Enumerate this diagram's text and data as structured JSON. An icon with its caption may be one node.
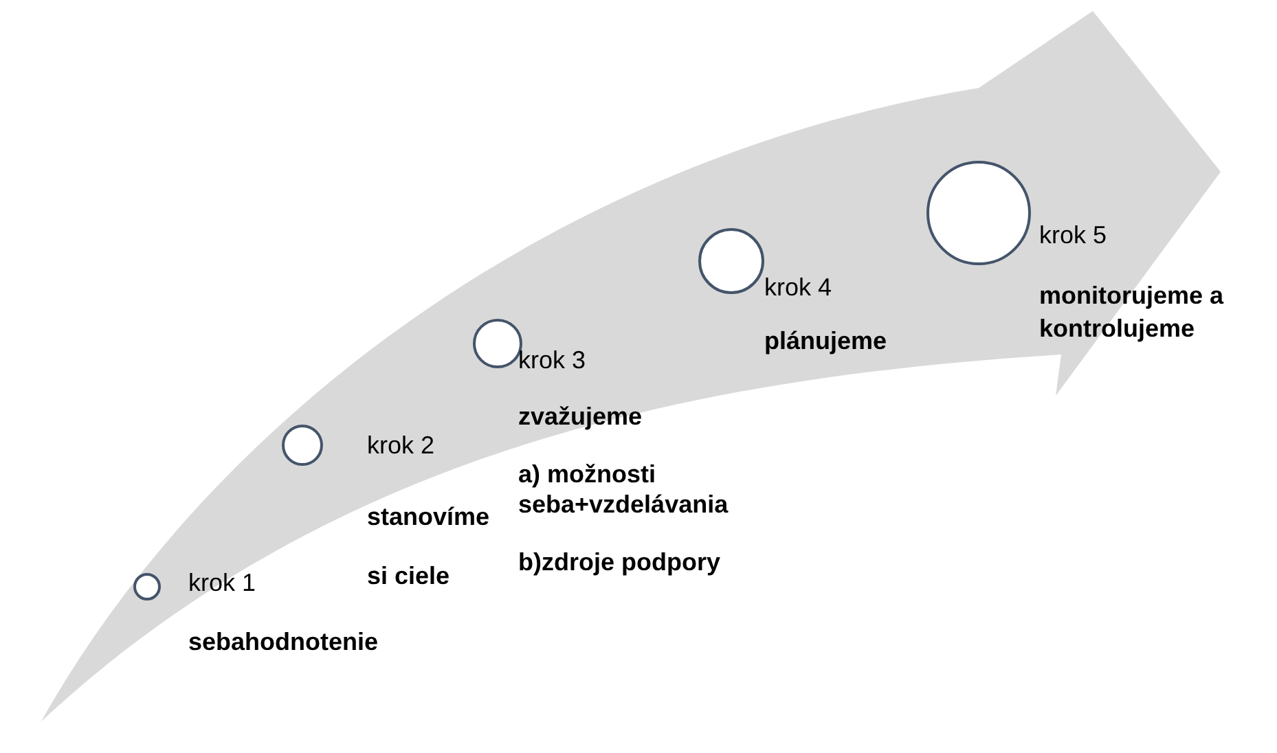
{
  "diagram": {
    "nodes": [
      {
        "text": [],
        "shape": "circle",
        "beside": [
          "krok 1",
          "sebahodnotenie"
        ]
      },
      {
        "text": [],
        "shape": "circle",
        "beside": [
          "krok 2",
          "stanovíme si ciele"
        ]
      },
      {
        "text": [],
        "shape": "circle",
        "beside": [
          "krok 3",
          "zvažujeme",
          "a) možnosti seba+vzdelávania",
          "b)zdroje podpory"
        ]
      },
      {
        "text": [],
        "shape": "circle",
        "beside": [
          "krok 4",
          "plánujeme"
        ]
      },
      {
        "text": [],
        "shape": "circle",
        "beside": [
          "krok 5",
          "monitorujeme a kontrolujeme"
        ]
      }
    ]
  }
}
